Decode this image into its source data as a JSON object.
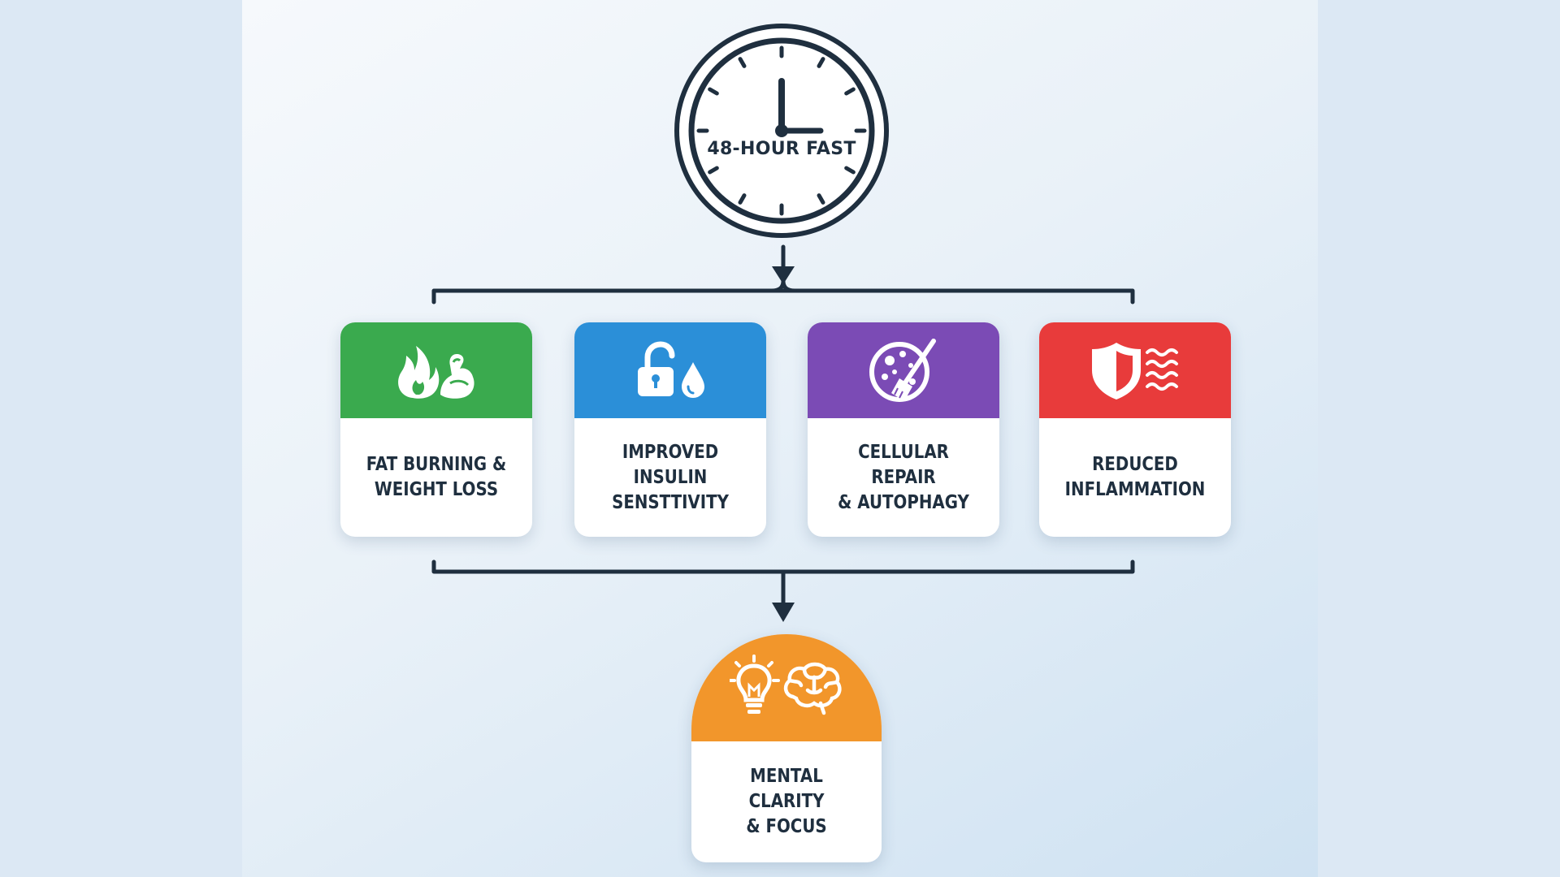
{
  "center": {
    "label": "48-HOUR FAST"
  },
  "benefits": [
    {
      "label": "FAT BURNING &\nWEIGHT LOSS",
      "color": "#3aaa4e",
      "icons": [
        "flame-icon",
        "flexed-bicep-icon"
      ]
    },
    {
      "label": "IMPROVED INSULIN\nSENSTTIVITY",
      "color": "#2b8fd8",
      "icons": [
        "unlocked-padlock-icon",
        "water-drop-icon"
      ]
    },
    {
      "label": "CELLULAR REPAIR\n& AUTOPHAGY",
      "color": "#7b4bb5",
      "icons": [
        "cell-with-broom-icon"
      ]
    },
    {
      "label": "REDUCED\nINFLAMMATION",
      "color": "#e83b3b",
      "icons": [
        "shield-icon",
        "heat-waves-icon"
      ]
    }
  ],
  "outcome": {
    "label": "MENTAL CLARITY\n& FOCUS",
    "color": "#f2962b",
    "icons": [
      "lightbulb-icon",
      "brain-icon"
    ]
  },
  "colors": {
    "line": "#1f2f3f",
    "background_top": "#f6f9fc",
    "background_bottom": "#cfe2f2"
  }
}
